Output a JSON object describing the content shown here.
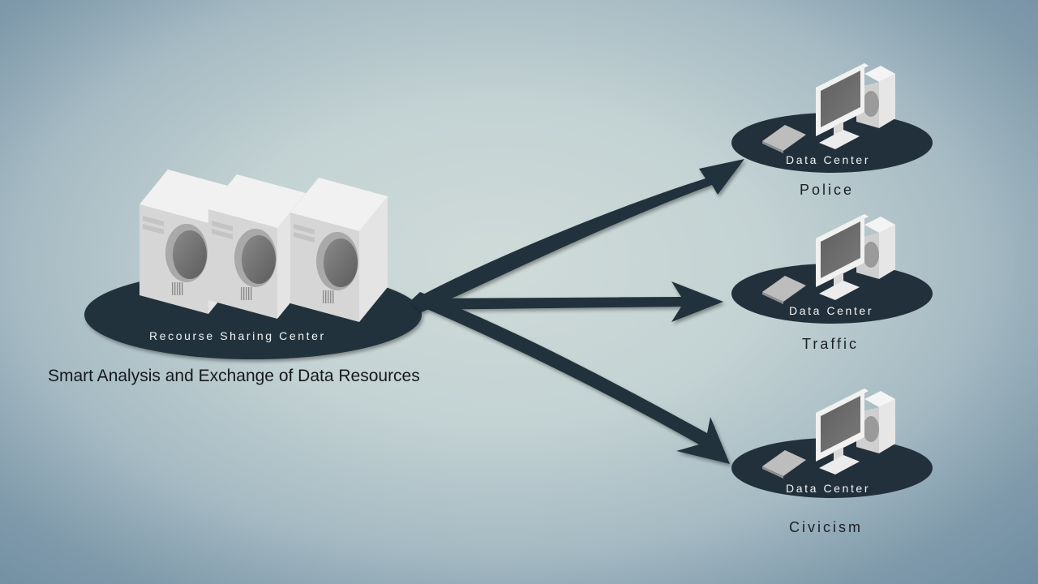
{
  "colors": {
    "plate": "#22303c",
    "arrow": "#22303c",
    "device_light": "#f1f1f1",
    "device_mid": "#d6d6d6",
    "device_dark": "#b4b4b4",
    "screen": "#6f6f6f"
  },
  "source": {
    "icon": "server-cluster-icon",
    "server_count": 3,
    "plate_label": "Recourse Sharing Center",
    "caption": "Smart Analysis and Exchange of Data Resources"
  },
  "targets": [
    {
      "plate_label": "Data Center",
      "name": "Police",
      "icon": "desktop-computer-icon"
    },
    {
      "plate_label": "Data Center",
      "name": "Traffic",
      "icon": "desktop-computer-icon"
    },
    {
      "plate_label": "Data Center",
      "name": "Civicism",
      "icon": "desktop-computer-icon"
    }
  ]
}
